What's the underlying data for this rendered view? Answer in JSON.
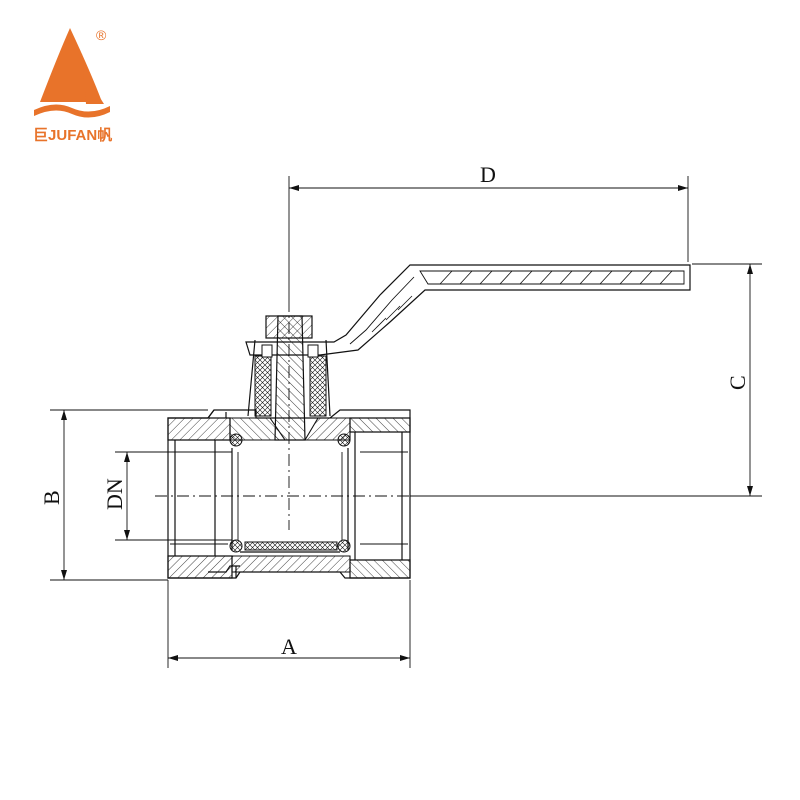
{
  "brand": {
    "name_cn_left": "巨",
    "name_en": "JUFAN",
    "name_cn_right": "帆",
    "registered_mark": "®",
    "color": "#E8732A"
  },
  "dimensions": {
    "A": "A",
    "B": "B",
    "C": "C",
    "D": "D",
    "DN": "DN"
  }
}
